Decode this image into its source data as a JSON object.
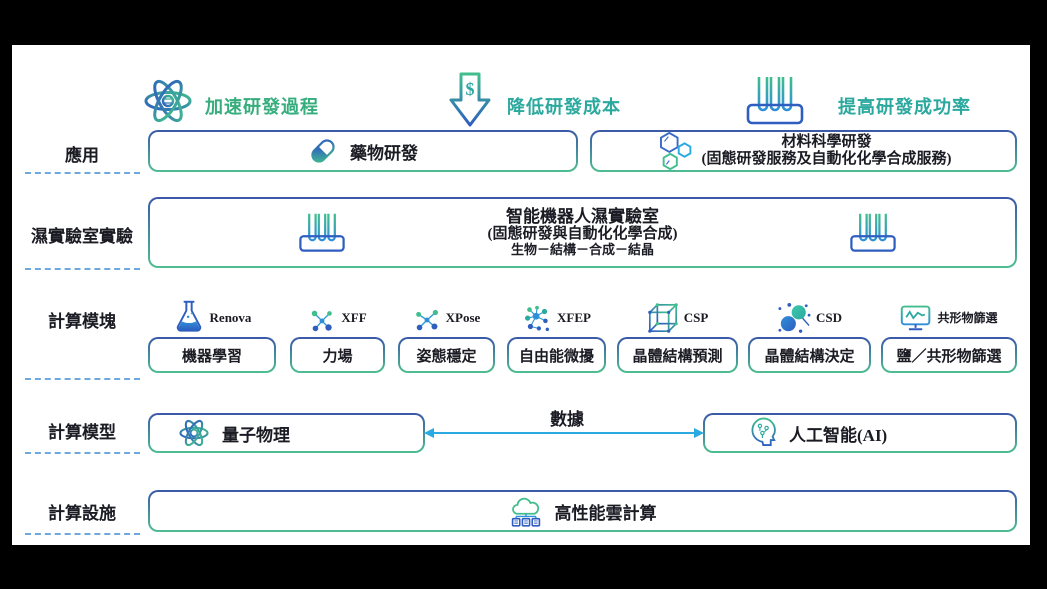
{
  "benefits": [
    {
      "icon": "atom-icon",
      "label": "加速研發過程"
    },
    {
      "icon": "dollar-down-arrow-icon",
      "label": "降低研發成本"
    },
    {
      "icon": "test-tube-rack-icon",
      "label": "提高研發成功率"
    }
  ],
  "row_labels": {
    "application": "應用",
    "wet_lab": "濕實驗室實驗",
    "modules": "計算模塊",
    "models": "計算模型",
    "infrastructure": "計算設施"
  },
  "application": {
    "drug_box": "藥物研發",
    "materials_line1": "材料科學研發",
    "materials_line2": "(固態研發服務及自動化化學合成服務)"
  },
  "wet_lab": {
    "line1": "智能機器人濕實驗室",
    "line2": "(固態研發與自動化化學合成)",
    "line3": "生物－結構－合成－結晶"
  },
  "modules": [
    {
      "name": "Renova",
      "icon": "flask-icon",
      "label": "機器學習"
    },
    {
      "name": "XFF",
      "icon": "molecule-icon",
      "label": "力場"
    },
    {
      "name": "XPose",
      "icon": "molecule-icon",
      "label": "姿態穩定"
    },
    {
      "name": "XFEP",
      "icon": "molecule-cluster-icon",
      "label": "自由能微擾"
    },
    {
      "name": "CSP",
      "icon": "crystal-cube-icon",
      "label": "晶體結構預測"
    },
    {
      "name": "CSD",
      "icon": "spheres-icon",
      "label": "晶體結構決定"
    },
    {
      "name": "共形物篩選",
      "icon": "monitor-pulse-icon",
      "label": "鹽／共形物篩選"
    }
  ],
  "models": {
    "quantum_box": "量子物理",
    "arrow_label": "數據",
    "ai_box": "人工智能(AI)"
  },
  "infrastructure": {
    "box_label": "高性能雲計算"
  },
  "icons": {
    "drug_box": "pill-icon",
    "materials_box": "hexagons-icon",
    "wet_lab_box": "test-tube-rack-icon",
    "quantum_box": "atom-icon",
    "ai_box": "ai-head-circuit-icon",
    "infrastructure_box": "cloud-servers-icon"
  },
  "colors": {
    "border_top": "#3A58A8",
    "border_bottom": "#4FBE91",
    "benefit_green": "#35AD7C",
    "benefit_teal": "#2BA99E",
    "arrow_blue": "#29ABE2",
    "dashed_line": "#6FA8DC",
    "text": "#1B1B24"
  }
}
